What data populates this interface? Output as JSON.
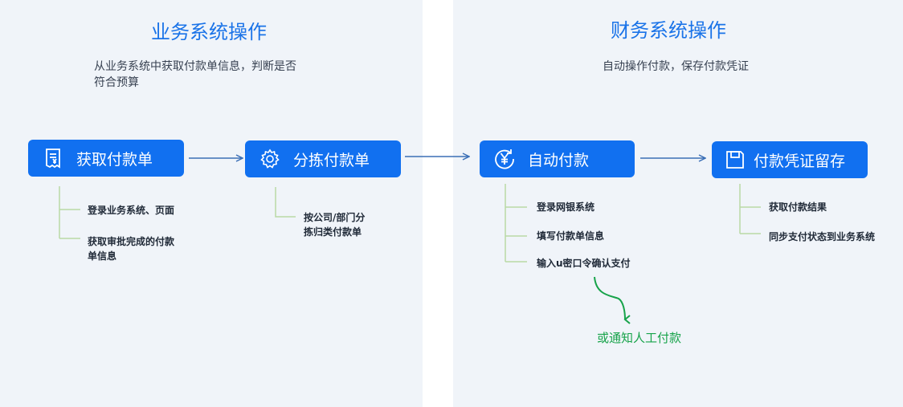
{
  "left_panel": {
    "title": "业务系统操作",
    "description_line1": "从业务系统中获取付款单信息，判断是否",
    "description_line2": "符合预算"
  },
  "right_panel": {
    "title": "财务系统操作",
    "description": "自动操作付款，保存付款凭证"
  },
  "steps": [
    {
      "label": "获取付款单",
      "icon": "receipt-icon",
      "sub": [
        {
          "l1": "登录业务系统、页面"
        },
        {
          "l1": "获取审批完成的付款",
          "l2": "单信息"
        }
      ]
    },
    {
      "label": "分拣付款单",
      "icon": "gear-icon",
      "sub": [
        {
          "l1": "按公司/部门分",
          "l2": "拣归类付款单"
        }
      ]
    },
    {
      "label": "自动付款",
      "icon": "yen-cycle-icon",
      "sub": [
        {
          "l1": "登录网银系统"
        },
        {
          "l1": "填写付款单信息"
        },
        {
          "l1": "输入u密口令确认支付"
        }
      ]
    },
    {
      "label": "付款凭证留存",
      "icon": "save-icon",
      "sub": [
        {
          "l1": "获取付款结果"
        },
        {
          "l1": "同步支付状态到业务系统"
        }
      ]
    }
  ],
  "alternative": "或通知人工付款",
  "colors": {
    "primary": "#1170f0",
    "panel_bg": "#f0f4f9",
    "connector": "#3b6fb6",
    "alternative": "#17a34a"
  }
}
